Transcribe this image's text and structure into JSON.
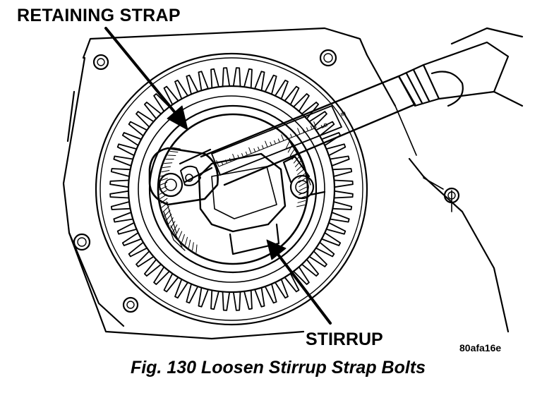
{
  "labels": {
    "retaining_strap": "RETAINING STRAP",
    "stirrup": "STIRRUP",
    "figure_id": "80afa16e"
  },
  "caption": "Fig. 130 Loosen Stirrup Strap Bolts",
  "wrench_scale": {
    "unit_a": "LB",
    "unit_b": "IN"
  },
  "colors": {
    "ink": "#000000",
    "paper": "#ffffff"
  }
}
